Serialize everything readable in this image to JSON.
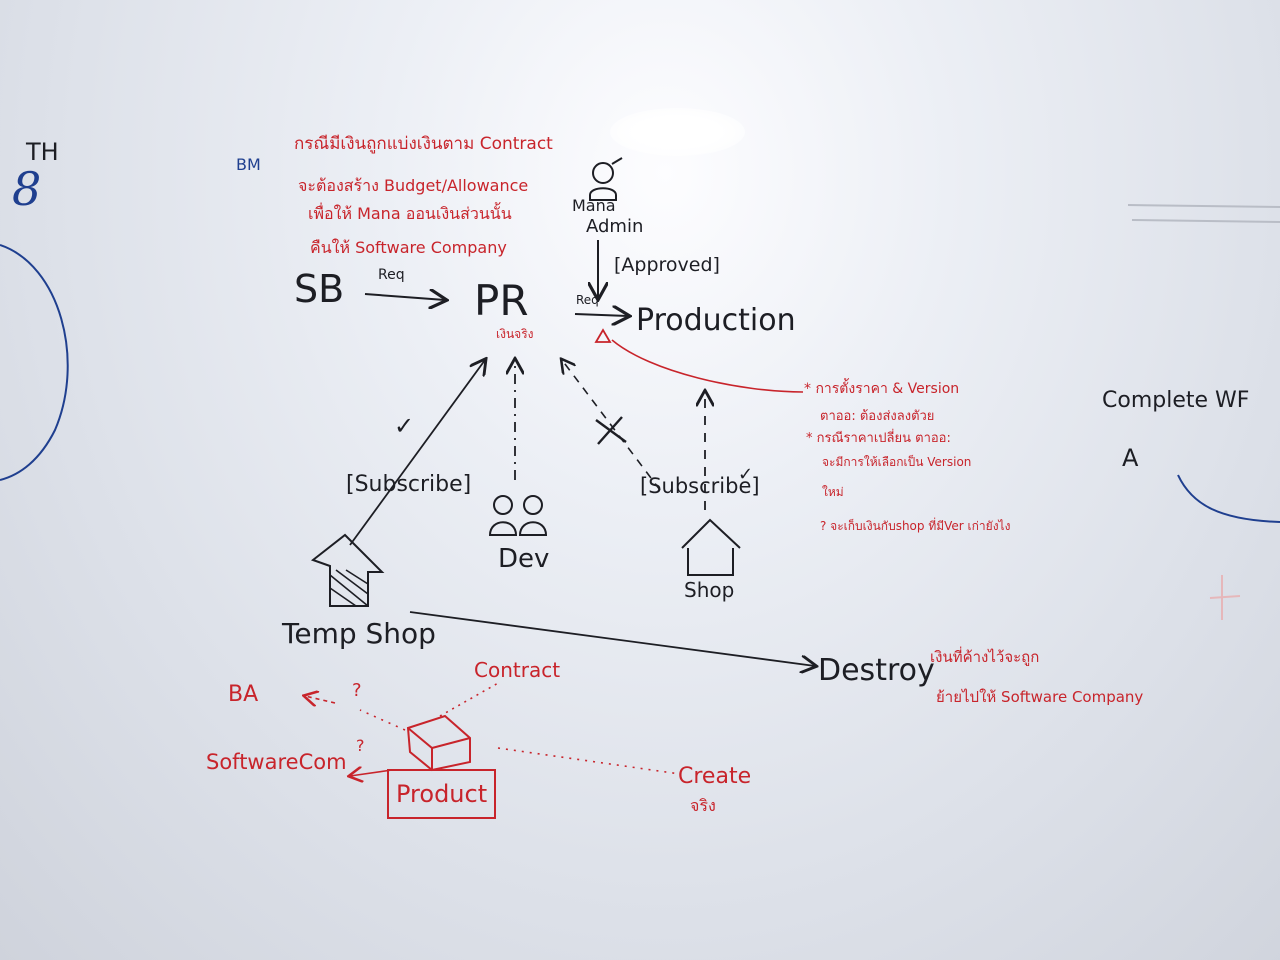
{
  "left_margin": {
    "th": "TH",
    "num": "8"
  },
  "bm": "BM",
  "note_top": {
    "line1": "กรณีมีเงินถูกแบ่งเงินตาม Contract",
    "line2": "จะต้องสร้าง Budget/Allowance",
    "line3": "เพื่อให้ Mana ออนเงินส่วนนั้น",
    "line4": "คืนให้ Software Company"
  },
  "mana_admin": {
    "line1": "Mana",
    "line2": "Admin"
  },
  "approved": "[Approved]",
  "sb": "SB",
  "req1": "Req",
  "pr": "PR",
  "pr_sub": "เงินจริง",
  "req2": "Req",
  "production": "Production",
  "note_right": {
    "line1": "* การตั้งราคา & Version",
    "line2": "ตาออ: ต้องส่งลงตัวย",
    "line3": "* กรณีราคาเปลี่ยน ตาออ:",
    "line4": "จะมีการให้เลือกเป็น Version",
    "line5": "ใหม่",
    "line6": "? จะเก็บเงินกับshop ที่มีVer เก่ายังไง"
  },
  "complete_wf": "Complete WF",
  "letter_a": "A",
  "checkmark": "✓",
  "subscribe_left": "[Subscribe]",
  "subscribe_right": "[Subscribe]",
  "dev": "Dev",
  "shop": "Shop",
  "temp_shop": "Temp Shop",
  "destroy": "Destroy",
  "note_destroy": {
    "line1": "เงินที่ค้างไว้จะถูก",
    "line2": "ย้ายไปให้ Software Company"
  },
  "contract": "Contract",
  "ba": "BA",
  "q1": "?",
  "q2": "?",
  "software_com": "SoftwareCom",
  "product": "Product",
  "create": {
    "line1": "Create",
    "line2": "จริง"
  },
  "colors": {
    "marker_black": "#1d1e24",
    "marker_red": "#c8242b",
    "marker_blue": "#1f3f8f",
    "board": "#e4e7ee"
  }
}
